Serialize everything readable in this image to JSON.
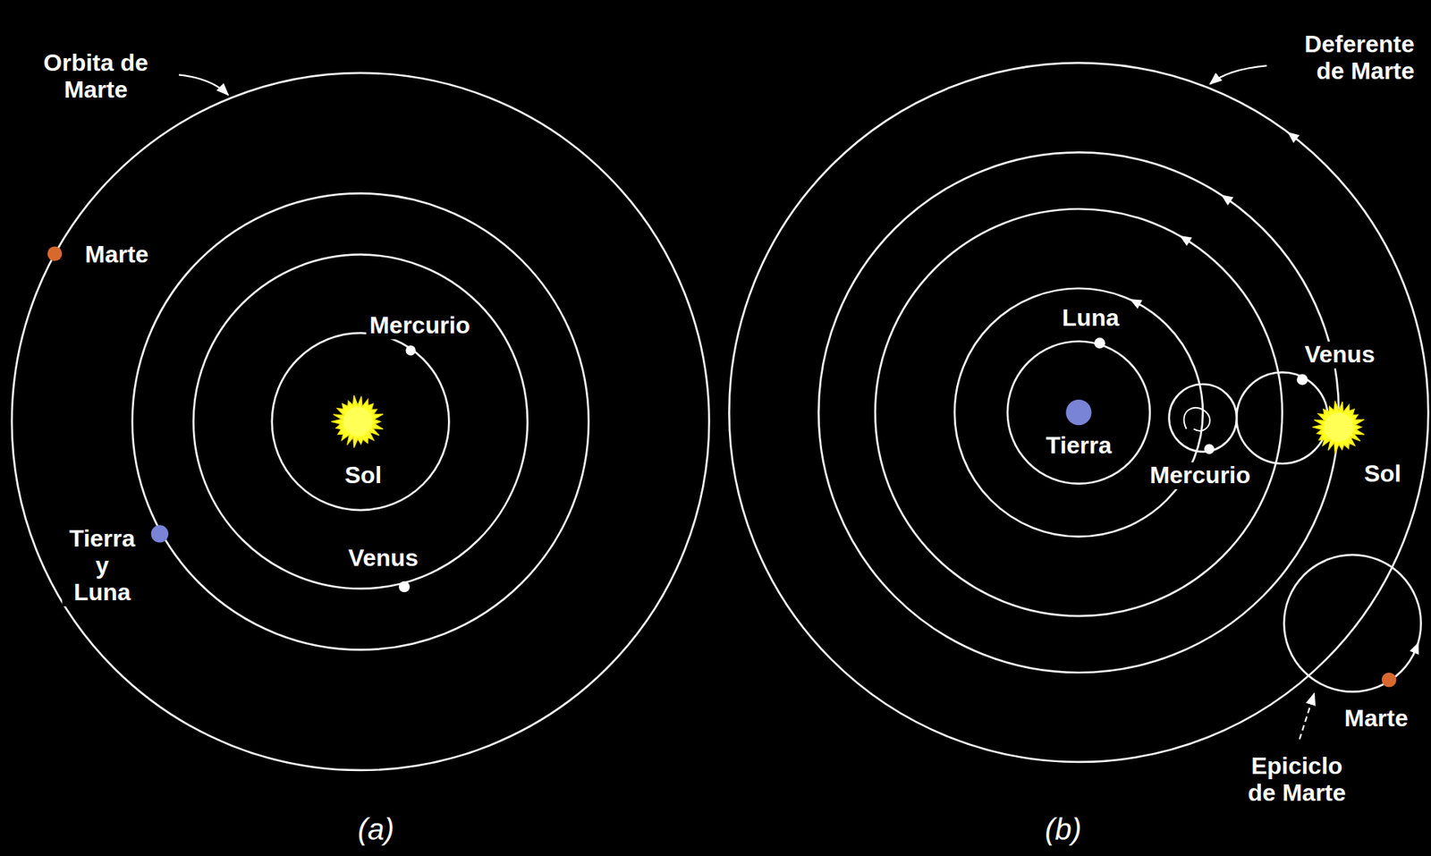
{
  "diagram": {
    "labels": [
      "Orbita de Marte",
      "Marte",
      "Mercurio",
      "Sol",
      "Tierra y Luna",
      "Venus",
      "(a)",
      "Deferente de Marte",
      "Luna",
      "Tierra",
      "Mercurio",
      "Venus",
      "Sol",
      "Marte",
      "Epiciclo de Marte",
      "(b)"
    ]
  }
}
